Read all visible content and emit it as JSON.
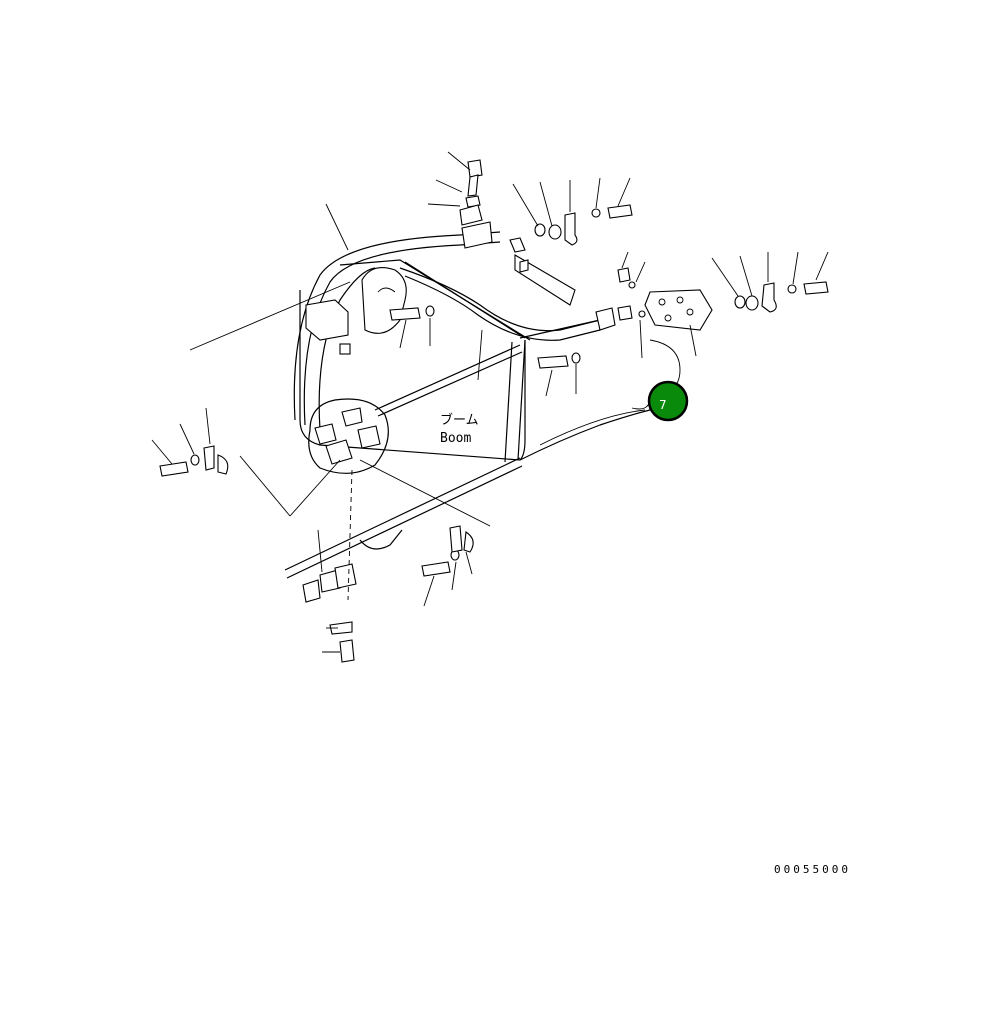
{
  "diagram": {
    "label_jp": "ブーム",
    "label_en": "Boom",
    "callout_number": "7",
    "document_number": "00055000",
    "colors": {
      "line": "#000000",
      "callout_fill": "#0a8a0a",
      "callout_stroke": "#000000",
      "background": "#ffffff"
    }
  }
}
